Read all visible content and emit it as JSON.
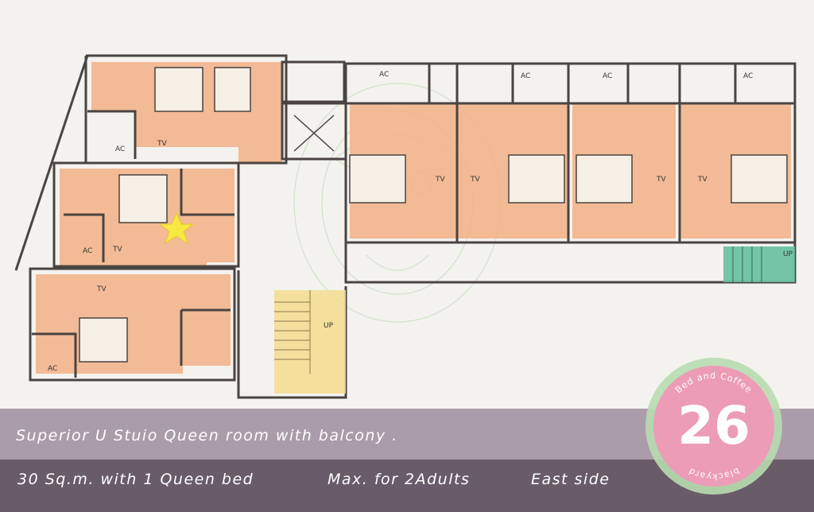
{
  "plan": {
    "tv_label": "TV",
    "ac_label": "AC",
    "up_label": "UP"
  },
  "caption": {
    "title": "Superior U Stuio Queen room with balcony .",
    "size": "30 Sq.m. with 1 Queen bed",
    "max_guests": "Max. for 2Adults",
    "side": "East side"
  },
  "logo": {
    "number": "26",
    "top_text": "Bed and Coffee",
    "bottom_text": "blackyard",
    "ring_color": "#b8dbb0",
    "disc_color": "#ec9cb6"
  },
  "colors": {
    "room_fill": "#f2b48c",
    "wall": "#4a4440",
    "stair_yellow": "#f3dc8e",
    "stair_green": "#66bfa0",
    "star": "#f7e844"
  }
}
